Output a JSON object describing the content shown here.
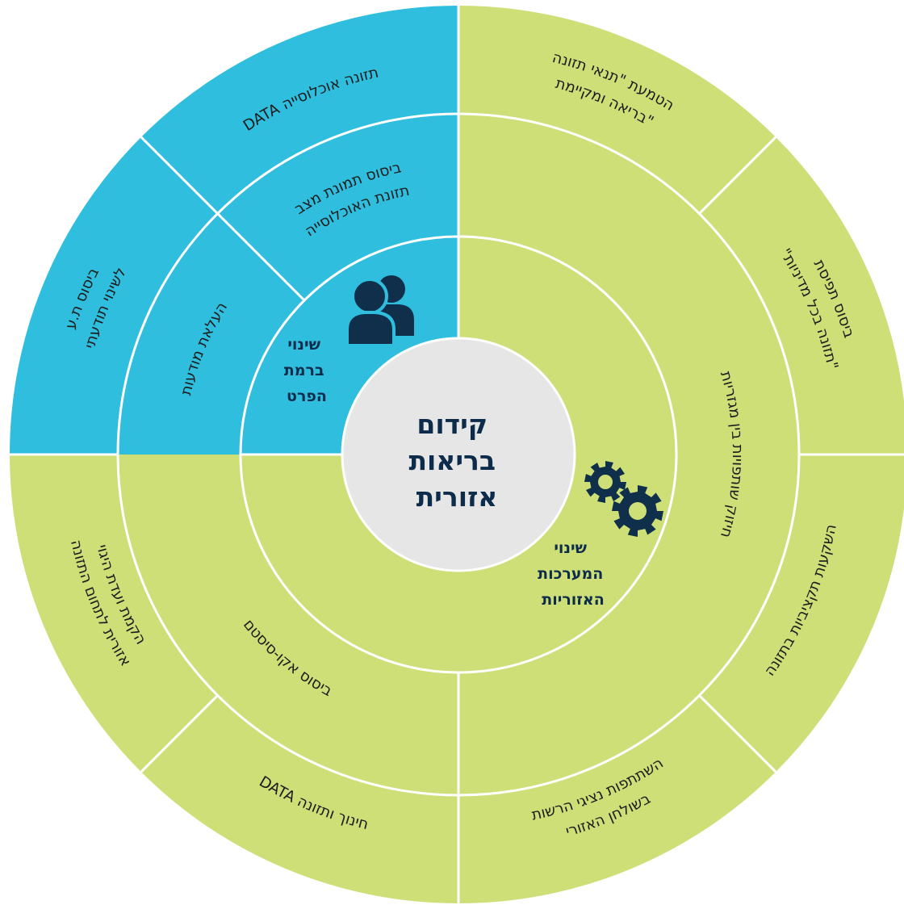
{
  "colors": {
    "blue": "#30bede",
    "green": "#cedf78",
    "center_fill": "#e6e6e6",
    "icon": "#0f2f4a",
    "divider": "#ffffff",
    "text": "#1c1c1c"
  },
  "center": {
    "lines": [
      "קידום",
      "בריאות",
      "אזורית"
    ]
  },
  "labels": {
    "individual": {
      "lines": [
        "שינוי",
        "ברמת",
        "הפרט"
      ],
      "icon": "people-icon"
    },
    "systems": {
      "lines": [
        "שינוי",
        "המערכות",
        "האזוריות"
      ],
      "icon": "gears-icon"
    }
  },
  "outer_segments": [
    {
      "key": "data_pop",
      "lines": [
        "DATA תזונה אוכלוסייה"
      ]
    },
    {
      "key": "healthy_conditions",
      "lines": [
        "הטמעת \"תנאי תזונה",
        "בריאה ומקיימת\""
      ]
    },
    {
      "key": "nutrition_policy",
      "lines": [
        "ביסוס תפיסת",
        "\"תזונה בכל מדיניות\""
      ]
    },
    {
      "key": "budget",
      "lines": [
        "השקעות תקציביות בתזונה"
      ]
    },
    {
      "key": "council",
      "lines": [
        "השתתפות נציגי הרשות",
        "בשולחן האזורי"
      ]
    },
    {
      "key": "data_edu",
      "lines": [
        "DATA חינוך ותזונה"
      ]
    },
    {
      "key": "committee",
      "lines": [
        "הקמת ועדת היגוי",
        "אזורית לתחום התזונה"
      ]
    },
    {
      "key": "awareness_change",
      "lines": [
        "ביסוס ת.ע",
        "לשינוי תודעתי"
      ]
    }
  ],
  "middle_segments": [
    {
      "key": "nutrition_picture",
      "lines": [
        "ביסוס תמונת מצב",
        "תזונת האוכלוסייה"
      ]
    },
    {
      "key": "awareness",
      "lines": [
        "העלאת מודעות"
      ]
    },
    {
      "key": "partnerships",
      "lines": [
        "חיזוק שותפויות בין מגזריות"
      ]
    },
    {
      "key": "ecosystem",
      "lines": [
        "ביסוס אקו-סיסטם"
      ]
    }
  ]
}
